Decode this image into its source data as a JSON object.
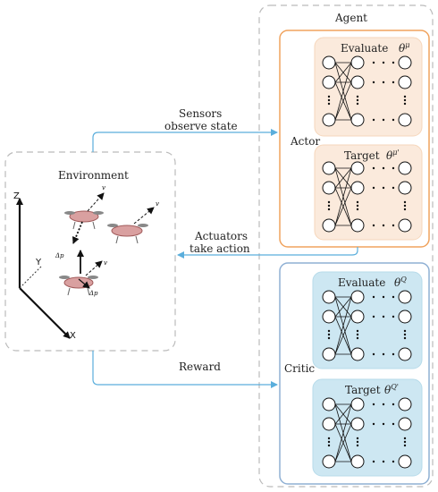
{
  "agent": {
    "label": "Agent"
  },
  "environment": {
    "label": "Environment",
    "axes": {
      "z": "Z",
      "y": "Y",
      "x": "X"
    },
    "annotations": {
      "v_top": "v",
      "v_right": "v",
      "v_bottom": "v",
      "dp_a": "Δp",
      "dp_b": "Δp"
    }
  },
  "actor": {
    "label": "Actor",
    "evaluate": {
      "label": "Evaluate",
      "param": "θ",
      "sup": "μ"
    },
    "target": {
      "label": "Target",
      "param": "θ",
      "sup": "μ'"
    }
  },
  "critic": {
    "label": "Critic",
    "evaluate": {
      "label": "Evaluate",
      "param": "θ",
      "sup": "Q"
    },
    "target": {
      "label": "Target",
      "param": "θ",
      "sup": "Q'"
    }
  },
  "flows": {
    "sensors_line1": "Sensors",
    "sensors_line2": "observe state",
    "actuators_line1": "Actuators",
    "actuators_line2": "take action",
    "reward": "Reward"
  },
  "colors": {
    "actor_border": "#f0a35e",
    "actor_fill": "#fbeadc",
    "critic_border": "#8fb0d4",
    "critic_fill": "#cde7f2",
    "arrow": "#5aaedc",
    "dash_border": "#bbbbbb"
  }
}
